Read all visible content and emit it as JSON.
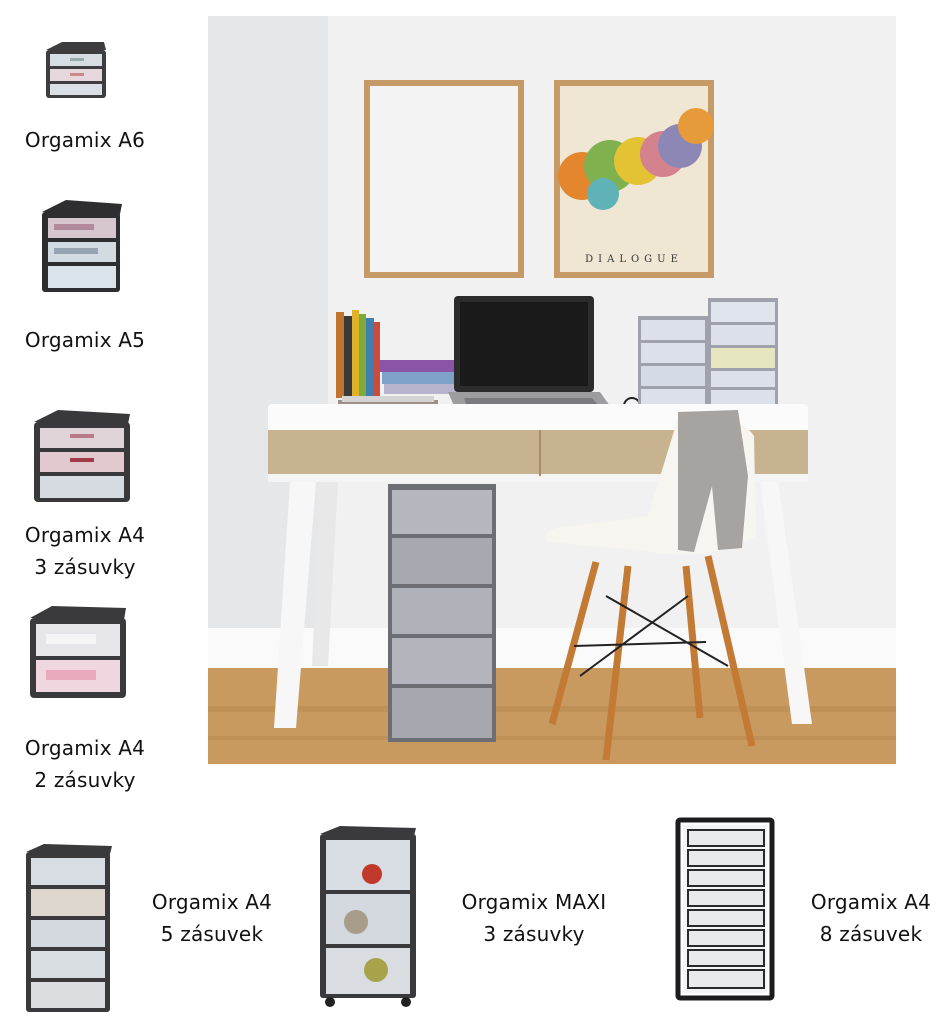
{
  "products": [
    {
      "name": "Orgamix A6",
      "sub": ""
    },
    {
      "name": "Orgamix A5",
      "sub": ""
    },
    {
      "name": "Orgamix A4",
      "sub": "3 zásuvky"
    },
    {
      "name": "Orgamix A4",
      "sub": "2 zásuvky"
    },
    {
      "name": "Orgamix A4",
      "sub": "5 zásuvek"
    },
    {
      "name": "Orgamix MAXI",
      "sub": "3 zásuvky"
    },
    {
      "name": "Orgamix A4",
      "sub": "8 zásuvek"
    }
  ],
  "poster_text": "DIALOGUE",
  "colors": {
    "wall": "#f1f1f1",
    "floor": "#c99a5f",
    "frame": "#c69a66",
    "drawer_frame": "#3b3b3d",
    "drawer_glass": "#cfd6dc"
  }
}
